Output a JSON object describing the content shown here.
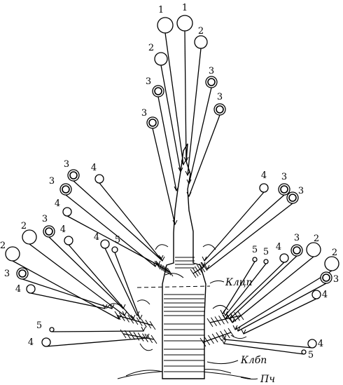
{
  "labels": {
    "upper_collar": "Клцп",
    "lower_collar": "Клбп",
    "base": "Пч"
  },
  "nodes": [
    {
      "id": "n1",
      "cls": "1"
    },
    {
      "id": "n2",
      "cls": "1"
    },
    {
      "id": "n3",
      "cls": "2"
    },
    {
      "id": "n4",
      "cls": "2"
    },
    {
      "id": "n5",
      "cls": "3"
    },
    {
      "id": "n6",
      "cls": "3"
    },
    {
      "id": "n7",
      "cls": "3"
    },
    {
      "id": "n8",
      "cls": "3"
    },
    {
      "id": "n9",
      "cls": "3"
    },
    {
      "id": "n10",
      "cls": "3"
    },
    {
      "id": "n11",
      "cls": "4"
    },
    {
      "id": "n12",
      "cls": "4"
    },
    {
      "id": "n13",
      "cls": "3"
    },
    {
      "id": "n14",
      "cls": "3"
    },
    {
      "id": "n15",
      "cls": "4"
    },
    {
      "id": "n16",
      "cls": "2"
    },
    {
      "id": "n17",
      "cls": "3"
    },
    {
      "id": "n18",
      "cls": "4"
    },
    {
      "id": "n19",
      "cls": "2"
    },
    {
      "id": "n20",
      "cls": "3"
    },
    {
      "id": "n21",
      "cls": "4"
    },
    {
      "id": "n22",
      "cls": "4"
    },
    {
      "id": "n23",
      "cls": "5"
    },
    {
      "id": "n24",
      "cls": "5"
    },
    {
      "id": "n25",
      "cls": "4"
    },
    {
      "id": "n26",
      "cls": "5"
    },
    {
      "id": "n27",
      "cls": "5"
    },
    {
      "id": "n28",
      "cls": "4"
    },
    {
      "id": "n29",
      "cls": "3"
    },
    {
      "id": "n30",
      "cls": "2"
    },
    {
      "id": "n31",
      "cls": "2"
    },
    {
      "id": "n32",
      "cls": "3"
    },
    {
      "id": "n33",
      "cls": "4"
    },
    {
      "id": "n34",
      "cls": "4"
    },
    {
      "id": "n35",
      "cls": "5"
    }
  ]
}
